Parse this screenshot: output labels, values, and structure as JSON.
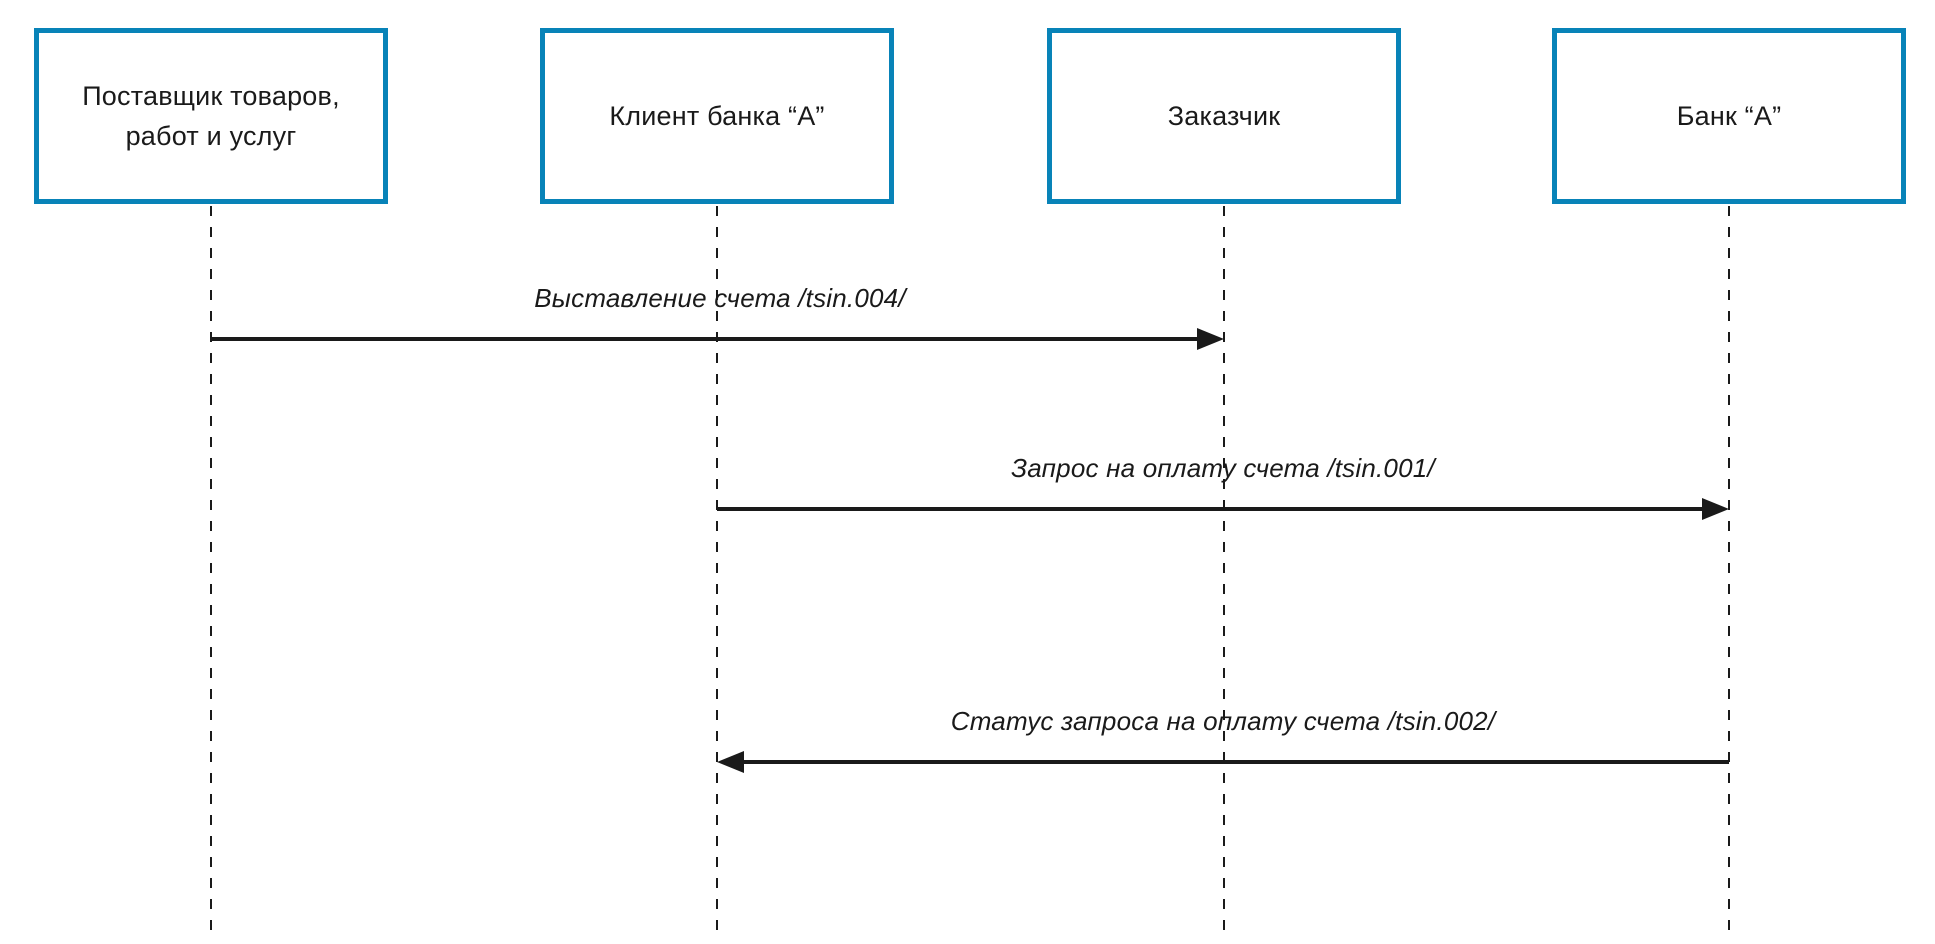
{
  "diagram": {
    "type": "sequence-diagram",
    "colors": {
      "actor_border": "#0883b8",
      "line": "#1a1a1a",
      "background": "#ffffff"
    },
    "actors": [
      {
        "label": "Поставщик товаров,\nработ и услуг"
      },
      {
        "label": "Клиент банка “А”"
      },
      {
        "label": "Заказчик"
      },
      {
        "label": "Банк “А”"
      }
    ],
    "messages": [
      {
        "label": "Выставление счета /tsin.004/",
        "from": "Поставщик товаров, работ и услуг",
        "to": "Заказчик",
        "direction": "right"
      },
      {
        "label": "Запрос на оплату счета /tsin.001/",
        "from": "Клиент банка “А”",
        "to": "Банк “А”",
        "direction": "right"
      },
      {
        "label": "Статус запроса на оплату счета /tsin.002/",
        "from": "Банк “А”",
        "to": "Клиент банка “А”",
        "direction": "left"
      }
    ]
  }
}
